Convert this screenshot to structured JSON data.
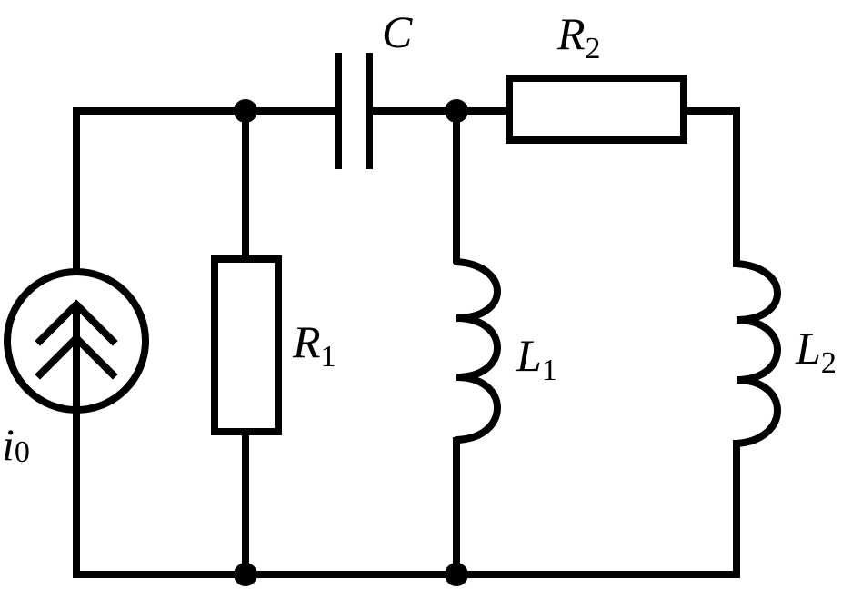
{
  "labels": {
    "current_source": "i",
    "current_source_sub": "0",
    "resistor1": "R",
    "resistor1_sub": "1",
    "resistor2": "R",
    "resistor2_sub": "2",
    "capacitor": "C",
    "inductor1": "L",
    "inductor1_sub": "1",
    "inductor2": "L",
    "inductor2_sub": "2"
  },
  "colors": {
    "ink": "#000000",
    "background": "#ffffff"
  }
}
